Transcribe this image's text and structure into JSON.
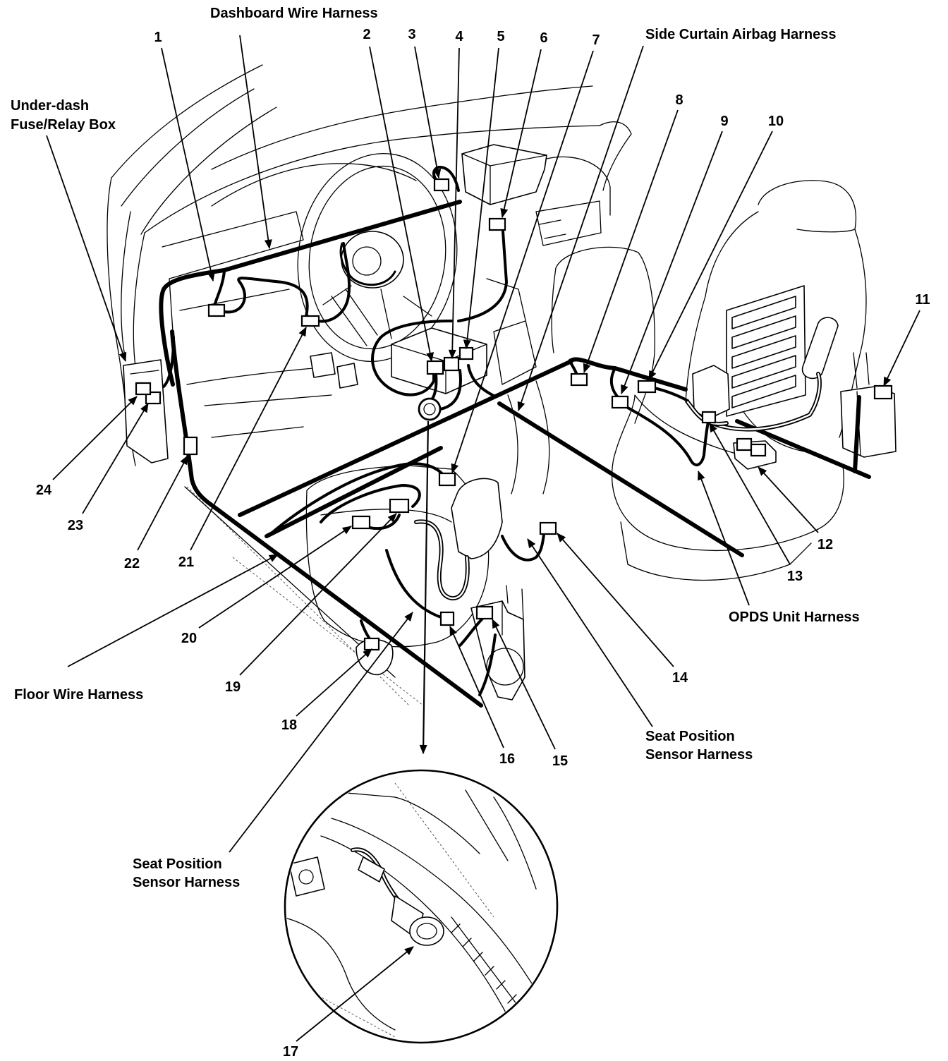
{
  "diagram": {
    "labels": {
      "dashboard_wire_harness": "Dashboard Wire Harness",
      "side_curtain_airbag_harness": "Side Curtain Airbag Harness",
      "under_dash_fuse_relay_box": {
        "line1": "Under-dash",
        "line2": "Fuse/Relay Box"
      },
      "opds_unit_harness": "OPDS Unit Harness",
      "floor_wire_harness": "Floor Wire Harness",
      "seat_position_sensor_harness_right": {
        "line1": "Seat Position",
        "line2": "Sensor Harness"
      },
      "seat_position_sensor_harness_left": {
        "line1": "Seat Position",
        "line2": "Sensor Harness"
      }
    },
    "callouts": [
      "1",
      "2",
      "3",
      "4",
      "5",
      "6",
      "7",
      "8",
      "9",
      "10",
      "11",
      "12",
      "13",
      "14",
      "15",
      "16",
      "17",
      "18",
      "19",
      "20",
      "21",
      "22",
      "23",
      "24"
    ]
  },
  "colors": {
    "ink": "#000000",
    "background": "#ffffff"
  }
}
